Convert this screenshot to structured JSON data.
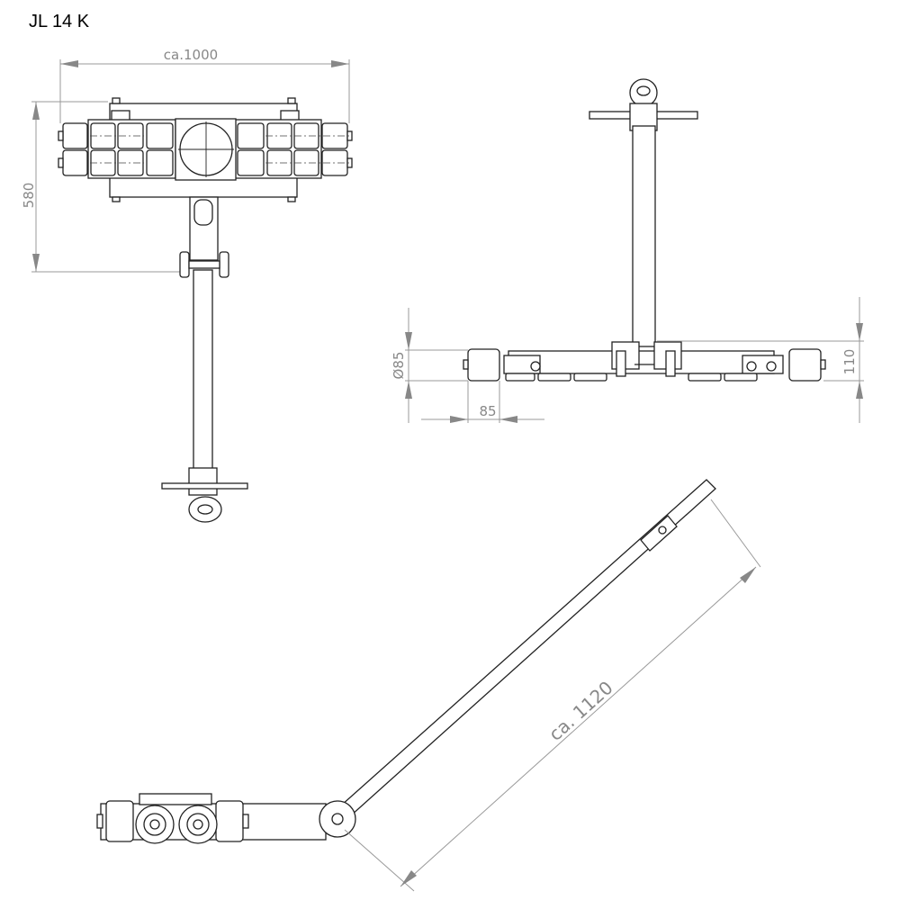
{
  "title": "JL 14 K",
  "dimensions": {
    "width": "ca.1000",
    "length": "580",
    "roller_diameter": "Ø85",
    "roller_width": "85",
    "height": "110",
    "handle_length": "ca. 1120"
  },
  "views": [
    "top-view",
    "side-view",
    "bottom-view"
  ]
}
